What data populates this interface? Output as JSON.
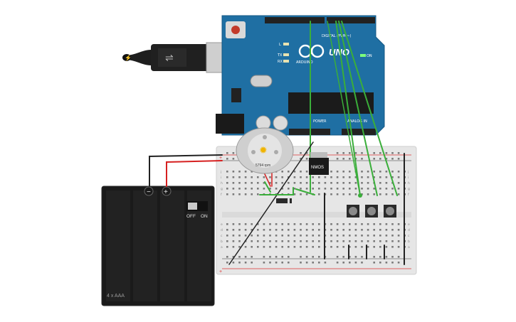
{
  "arduino": {
    "brand": "ARDUINO",
    "model": "UNO",
    "digital_label": "DIGITAL (PWM~)",
    "power_label": "POWER",
    "analog_label": "ANALOG IN",
    "led_l": "L",
    "led_tx": "TX",
    "led_rx": "RX",
    "on_label": "ON",
    "color_board": "#1f6fa3"
  },
  "motor": {
    "speed_label": "5794 rpm",
    "icon": "sun-gear-icon"
  },
  "mosfet": {
    "label": "NMOS"
  },
  "battery": {
    "label": "4 x AAA",
    "switch_off": "OFF",
    "switch_on": "ON",
    "minus": "−",
    "plus": "+"
  },
  "breadboard": {
    "row_letters": [
      "j",
      "i",
      "h",
      "g",
      "f",
      "e",
      "d",
      "c",
      "b",
      "a"
    ],
    "rail_plus": "+",
    "rail_minus": "−"
  },
  "colors": {
    "wire_green": "#3aae3a",
    "wire_red": "#d62020",
    "wire_black": "#222222",
    "breadboard": "#e6e6e6"
  }
}
